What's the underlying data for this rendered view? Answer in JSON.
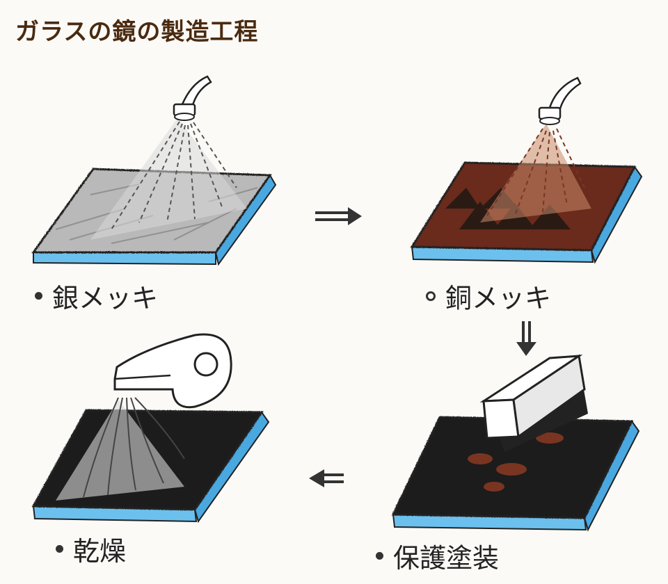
{
  "title": "ガラスの鏡の製造工程",
  "steps": [
    {
      "label": "銀メッキ"
    },
    {
      "label": "銅メッキ"
    },
    {
      "label": "保護塗装"
    },
    {
      "label": "乾燥"
    }
  ],
  "colors": {
    "title": "#4a2a10",
    "glass_edge": "#4aa8e0",
    "silver": "#9a9a9a",
    "copper": "#8a3a22",
    "coating": "#1e1e1e"
  }
}
